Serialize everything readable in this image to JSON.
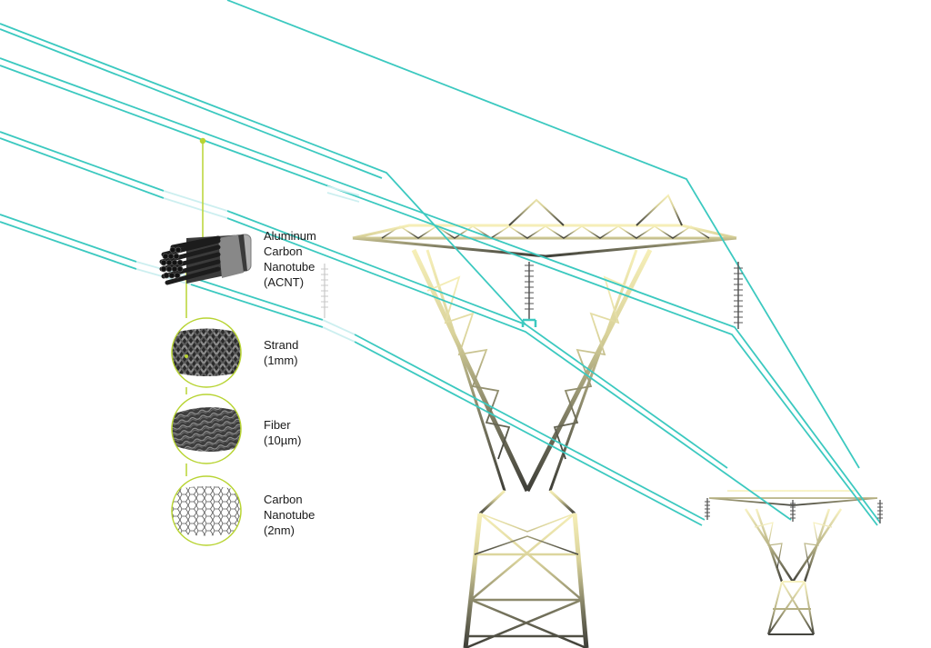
{
  "colors": {
    "wire": "#3cc9c0",
    "accent_green": "#b8d433",
    "tower_dark": "#4a4a42",
    "tower_light": "#f3ecb0",
    "insulator": "#555555",
    "text": "#1a1a1a"
  },
  "labels": {
    "acnt": [
      "Aluminum",
      "Carbon",
      "Nanotube",
      "(ACNT)"
    ],
    "strand": [
      "Strand",
      "(1mm)"
    ],
    "fiber": [
      "Fiber",
      "(10µm)"
    ],
    "cnt": [
      "Carbon",
      "Nanotube",
      "(2nm)"
    ]
  },
  "icons": [
    "cable-bundle-icon",
    "strand-braid-icon",
    "fiber-twist-icon",
    "nanotube-lattice-icon"
  ]
}
